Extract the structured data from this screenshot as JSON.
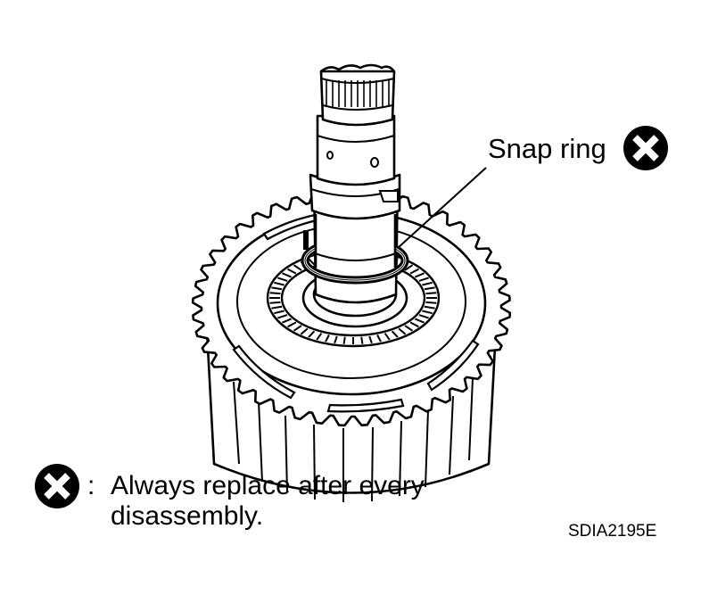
{
  "callout": {
    "label": "Snap ring"
  },
  "legend": {
    "separator": ":",
    "line1": "Always replace after every",
    "line2": "disassembly."
  },
  "figure_code": "SDIA2195E",
  "icons": {
    "replace_symbol": "x-in-circle-icon"
  },
  "colors": {
    "ink": "#000000",
    "paper": "#ffffff"
  }
}
